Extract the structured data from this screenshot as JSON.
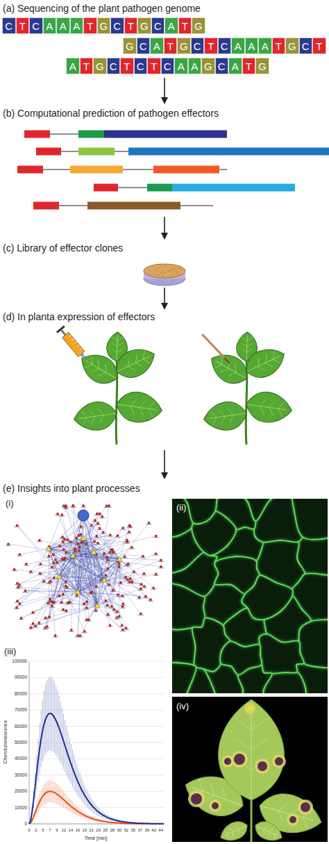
{
  "diagram": {
    "nodes": [
      {
        "text": [
          "C"
        ]
      },
      {
        "text": [
          "T"
        ]
      },
      {
        "text": [
          "C"
        ]
      },
      {
        "text": [
          "A"
        ]
      },
      {
        "text": [
          "A"
        ]
      },
      {
        "text": [
          "A"
        ]
      },
      {
        "text": [
          "T"
        ]
      },
      {
        "text": [
          "G"
        ]
      },
      {
        "text": [
          "C"
        ]
      },
      {
        "text": [
          "T"
        ]
      },
      {
        "text": [
          "G"
        ]
      },
      {
        "text": [
          "C"
        ]
      },
      {
        "text": [
          "A"
        ]
      },
      {
        "text": [
          "T"
        ]
      },
      {
        "text": [
          "G"
        ]
      },
      {
        "text": [
          "G"
        ]
      },
      {
        "text": [
          "C"
        ]
      },
      {
        "text": [
          "A"
        ]
      },
      {
        "text": [
          "T"
        ]
      },
      {
        "text": [
          "G"
        ]
      },
      {
        "text": [
          "C"
        ]
      },
      {
        "text": [
          "T"
        ]
      },
      {
        "text": [
          "C"
        ]
      },
      {
        "text": [
          "A"
        ]
      },
      {
        "text": [
          "A"
        ]
      },
      {
        "text": [
          "A"
        ]
      },
      {
        "text": [
          "T"
        ]
      },
      {
        "text": [
          "G"
        ]
      },
      {
        "text": [
          "C"
        ]
      },
      {
        "text": [
          "T"
        ]
      },
      {
        "text": [
          "A"
        ]
      },
      {
        "text": [
          "T"
        ]
      },
      {
        "text": [
          "G"
        ]
      },
      {
        "text": [
          "C"
        ]
      },
      {
        "text": [
          "T"
        ]
      },
      {
        "text": [
          "C"
        ]
      },
      {
        "text": [
          "T"
        ]
      },
      {
        "text": [
          "C"
        ]
      },
      {
        "text": [
          "A"
        ]
      },
      {
        "text": [
          "A"
        ]
      },
      {
        "text": [
          "G"
        ]
      },
      {
        "text": [
          "C"
        ]
      },
      {
        "text": [
          "A"
        ]
      },
      {
        "text": [
          "T"
        ]
      },
      {
        "text": [
          "G"
        ]
      }
    ],
    "labels": [
      "(a) Sequencing of the plant pathogen genome",
      "(b) Computational prediction of pathogen effectors",
      "(c) Library of effector clones",
      "(d) In planta expression of effectors",
      "(e) Insights into plant processes",
      "(i)",
      "(ii)",
      "(iii)",
      "(iv)",
      "Chemiluminescence",
      "Time [min]",
      "100000",
      "90000",
      "80000",
      "70000",
      "60000",
      "50000",
      "40000",
      "30000",
      "20000",
      "10000",
      "0",
      "0",
      "2",
      "5",
      "7",
      "9",
      "12",
      "14",
      "16",
      "19",
      "21",
      "23",
      "25",
      "28",
      "30",
      "32",
      "35",
      "37",
      "39",
      "42",
      "44"
    ]
  }
}
